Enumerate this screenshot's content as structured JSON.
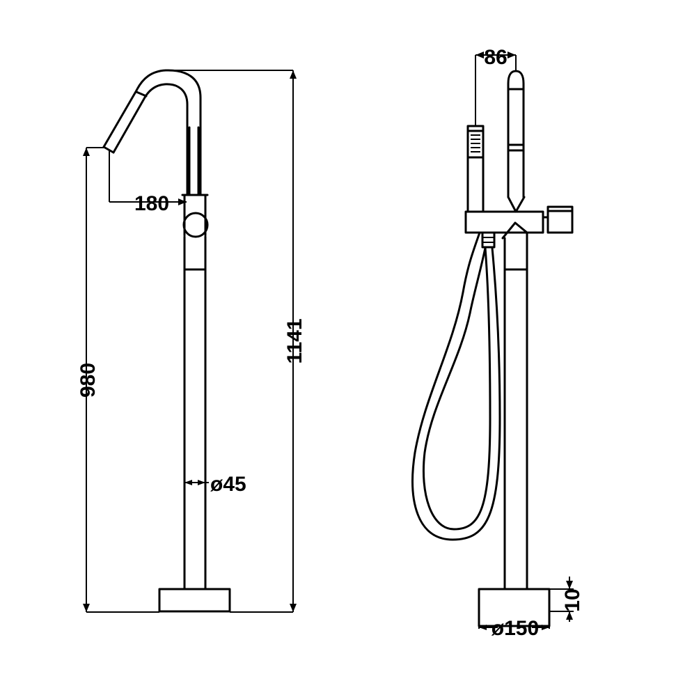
{
  "dimensions": {
    "spout_reach": "180",
    "spout_height": "980",
    "overall_height": "1141",
    "column_diameter": "ø45",
    "handshower_offset": "86",
    "base_thickness": "10",
    "base_diameter": "ø150"
  }
}
